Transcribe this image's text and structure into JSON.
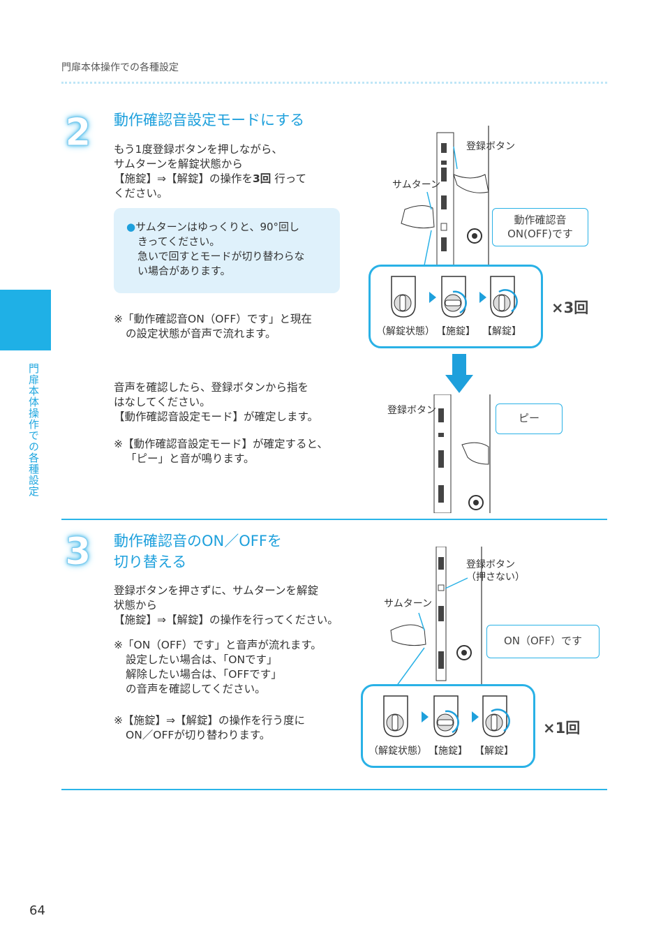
{
  "header": {
    "section": "門扉本体操作での各種設定"
  },
  "sidebar": {
    "label": "門扉本体操作での各種設定"
  },
  "step2": {
    "number": "2",
    "title": "動作確認音設定モードにする",
    "body": [
      "もう1度登録ボタンを押しながら、",
      "サムターンを解錠状態から",
      "【施錠】⇒【解錠】の操作を",
      "3回",
      "行って",
      "ください。"
    ],
    "note": [
      "●",
      "サムターンはゆっくりと、90°回し",
      "きってください。",
      "急いで回すとモードが切り替わらな",
      "い場合があります。"
    ],
    "remark": [
      "※「動作確認音ON（OFF）です」と現在",
      "の設定状態が音声で流れます。"
    ],
    "body2": [
      "音声を確認したら、登録ボタンから指を",
      "はなしてください。",
      "【動作確認音設定モード】が確定します。"
    ],
    "remark2": [
      "※【動作確認音設定モード】が確定すると、",
      "「ピー」と音が鳴ります。"
    ],
    "illustration": {
      "register_button": "登録ボタン",
      "thumbturn": "サムターン",
      "bubble": [
        "動作確認音",
        "ON(OFF)です"
      ],
      "states": [
        "（解錠状態）",
        "【施錠】",
        "【解錠】"
      ],
      "times": "×3回",
      "register_button2": "登録ボタン",
      "bubble2": "ピー"
    }
  },
  "step3": {
    "number": "3",
    "title": [
      "動作確認音のON／OFFを",
      "切り替える"
    ],
    "body": [
      "登録ボタンを押さずに、サムターンを解錠",
      "状態から",
      "【施錠】⇒【解錠】の操作を行ってください。"
    ],
    "remark": [
      "※「ON（OFF）です」と音声が流れます。",
      "設定したい場合は、「ONです」",
      "解除したい場合は、「OFFです」",
      "の音声を確認してください。"
    ],
    "remark2": [
      "※【施錠】⇒【解錠】の操作を行う度に",
      "ON／OFFが切り替わります。"
    ],
    "illustration": {
      "register_button": [
        "登録ボタン",
        "（押さない）"
      ],
      "thumbturn": "サムターン",
      "bubble": "ON（OFF）です",
      "states": [
        "（解錠状態）",
        "【施錠】",
        "【解錠】"
      ],
      "times": "×1回"
    }
  },
  "footer": {
    "page_number": "64"
  },
  "colors": {
    "accent": "#1ea0dc",
    "note_bg": "#dff1fb"
  }
}
